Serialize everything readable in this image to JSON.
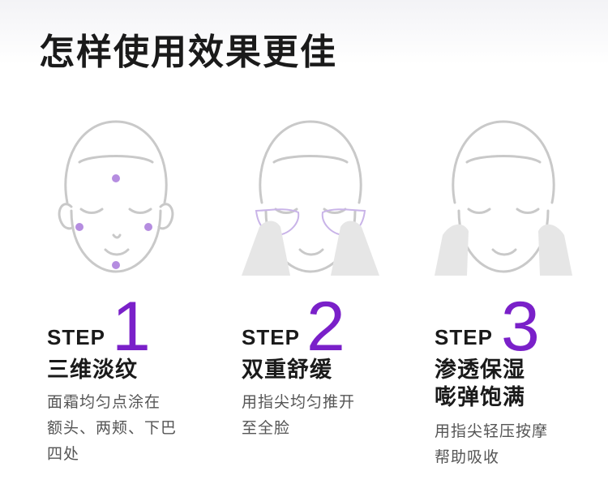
{
  "title": "怎样使用效果更佳",
  "colors": {
    "accent": "#7a20c9",
    "dot": "#b58de0",
    "lineart": "#c9c9c9"
  },
  "steps": [
    {
      "label": "STEP",
      "number": "1",
      "heading1": "三维淡纹",
      "heading2": "",
      "desc1": "面霜均匀点涂在",
      "desc2": "额头、两颊、下巴",
      "desc3": "四处"
    },
    {
      "label": "STEP",
      "number": "2",
      "heading1": "双重舒缓",
      "heading2": "",
      "desc1": "用指尖均匀推开",
      "desc2": "至全脸",
      "desc3": ""
    },
    {
      "label": "STEP",
      "number": "3",
      "heading1": "渗透保湿",
      "heading2": "嘭弹饱满",
      "desc1": "用指尖轻压按摩",
      "desc2": "帮助吸收",
      "desc3": ""
    }
  ]
}
